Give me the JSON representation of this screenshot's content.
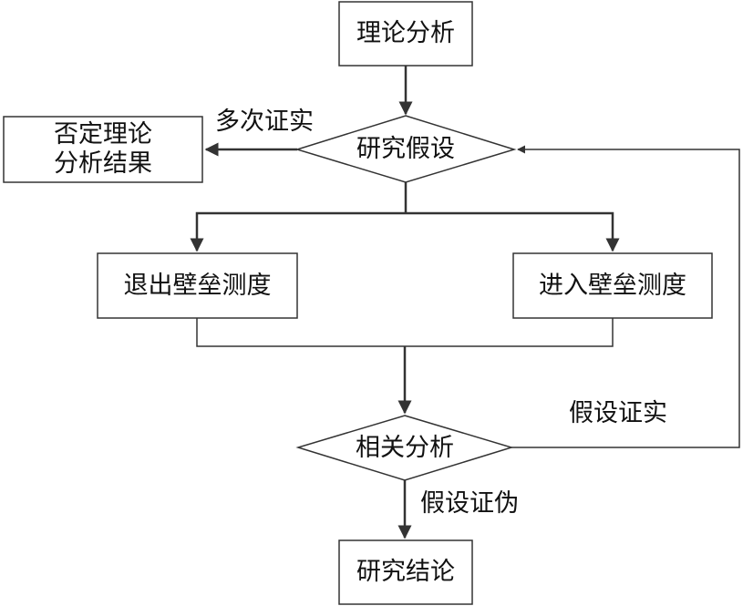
{
  "nodes": {
    "theory": "理论分析",
    "hypothesis": "研究假设",
    "negate_line1": "否定理论",
    "negate_line2": "分析结果",
    "exit_measure": "退出壁垒测度",
    "entry_measure": "进入壁垒测度",
    "correlation": "相关分析",
    "conclusion": "研究结论"
  },
  "edges": {
    "repeated_confirmed": "多次证实",
    "hypothesis_confirmed": "假设证实",
    "hypothesis_falsified": "假设证伪"
  },
  "colors": {
    "stroke": "#333333",
    "text": "#111111",
    "background": "#ffffff"
  }
}
